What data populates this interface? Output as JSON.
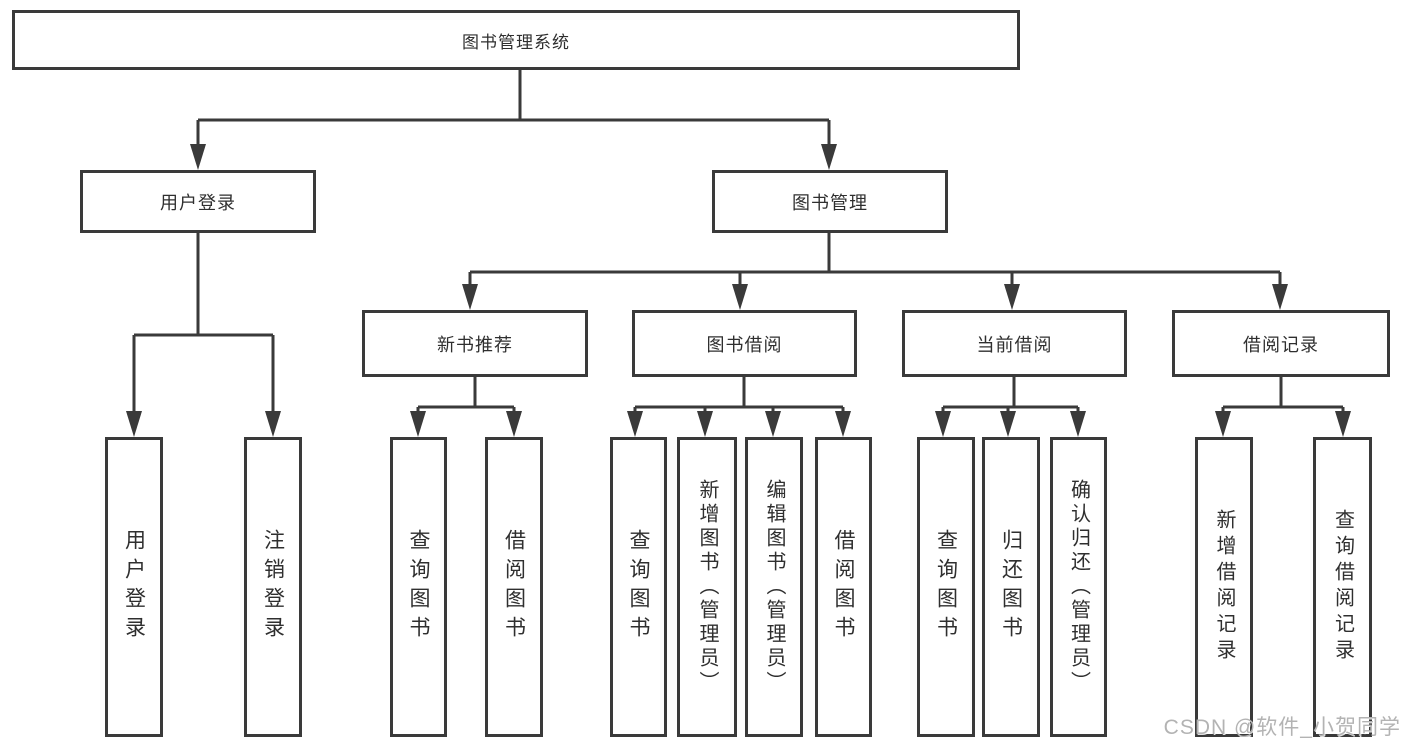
{
  "diagram": {
    "root": {
      "label": "图书管理系统"
    },
    "level2": [
      {
        "label": "用户登录"
      },
      {
        "label": "图书管理"
      }
    ],
    "level3": [
      {
        "label": "新书推荐"
      },
      {
        "label": "图书借阅"
      },
      {
        "label": "当前借阅"
      },
      {
        "label": "借阅记录"
      }
    ],
    "leaves": [
      {
        "label": "用户登录"
      },
      {
        "label": "注销登录"
      },
      {
        "label": "查询图书"
      },
      {
        "label": "借阅图书"
      },
      {
        "label": "查询图书"
      },
      {
        "label": "新增图书（管理员）"
      },
      {
        "label": "编辑图书（管理员）"
      },
      {
        "label": "借阅图书"
      },
      {
        "label": "查询图书"
      },
      {
        "label": "归还图书"
      },
      {
        "label": "确认归还（管理员）"
      },
      {
        "label": "新增借阅记录"
      },
      {
        "label": "查询借阅记录"
      }
    ]
  },
  "watermark": {
    "text": "CSDN @软件_小贺同学"
  },
  "colors": {
    "line": "#3a3a3a",
    "text": "#2f2f2f",
    "background": "#ffffff",
    "watermark": "#b3b3b3"
  }
}
